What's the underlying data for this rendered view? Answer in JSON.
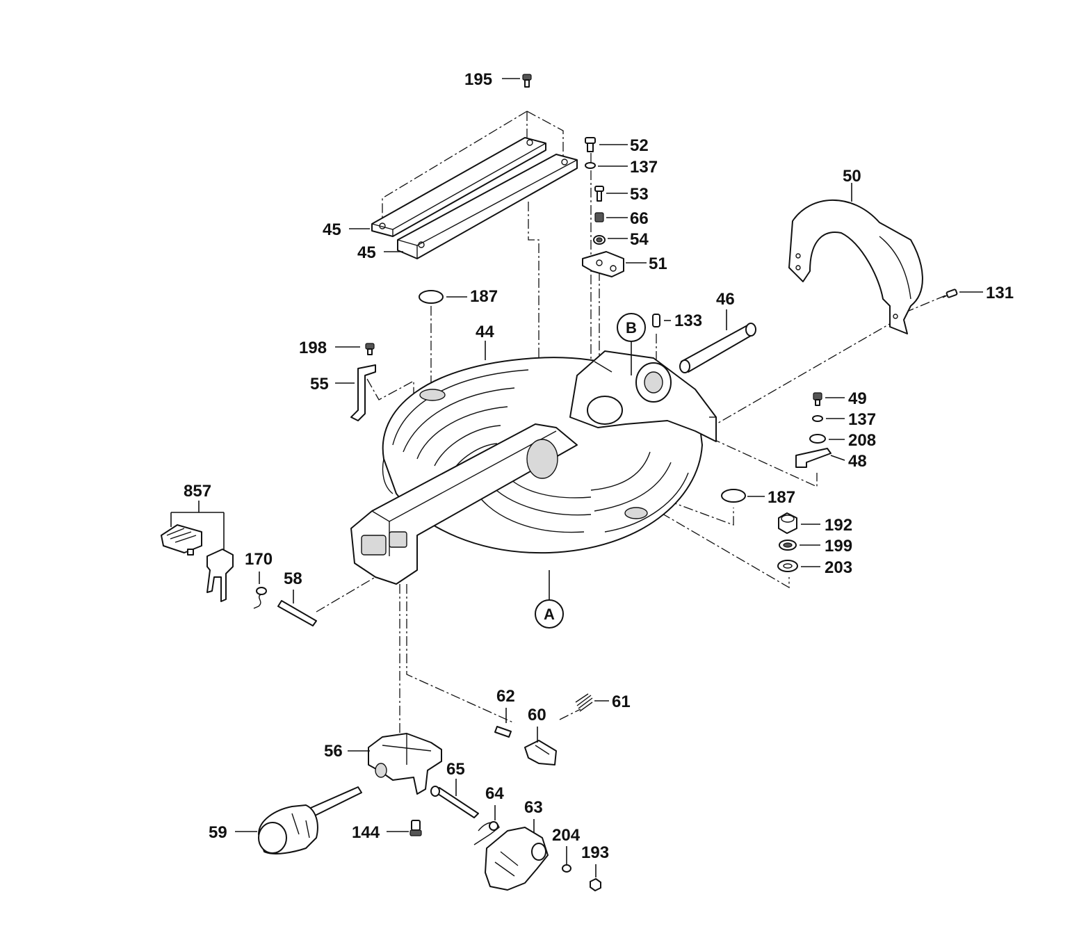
{
  "parts": [
    {
      "id": "label-195",
      "text": "195"
    },
    {
      "id": "label-52",
      "text": "52"
    },
    {
      "id": "label-137-a",
      "text": "137"
    },
    {
      "id": "label-53",
      "text": "53"
    },
    {
      "id": "label-66",
      "text": "66"
    },
    {
      "id": "label-54",
      "text": "54"
    },
    {
      "id": "label-51",
      "text": "51"
    },
    {
      "id": "label-50",
      "text": "50"
    },
    {
      "id": "label-131",
      "text": "131"
    },
    {
      "id": "label-45-a",
      "text": "45"
    },
    {
      "id": "label-45-b",
      "text": "45"
    },
    {
      "id": "label-187-a",
      "text": "187"
    },
    {
      "id": "label-44",
      "text": "44"
    },
    {
      "id": "label-133",
      "text": "133"
    },
    {
      "id": "label-46",
      "text": "46"
    },
    {
      "id": "label-198",
      "text": "198"
    },
    {
      "id": "label-55",
      "text": "55"
    },
    {
      "id": "label-49",
      "text": "49"
    },
    {
      "id": "label-137-b",
      "text": "137"
    },
    {
      "id": "label-208",
      "text": "208"
    },
    {
      "id": "label-48",
      "text": "48"
    },
    {
      "id": "label-187-b",
      "text": "187"
    },
    {
      "id": "label-192",
      "text": "192"
    },
    {
      "id": "label-199",
      "text": "199"
    },
    {
      "id": "label-203",
      "text": "203"
    },
    {
      "id": "label-857",
      "text": "857"
    },
    {
      "id": "label-170",
      "text": "170"
    },
    {
      "id": "label-58",
      "text": "58"
    },
    {
      "id": "label-62",
      "text": "62"
    },
    {
      "id": "label-60",
      "text": "60"
    },
    {
      "id": "label-61",
      "text": "61"
    },
    {
      "id": "label-56",
      "text": "56"
    },
    {
      "id": "label-65",
      "text": "65"
    },
    {
      "id": "label-64",
      "text": "64"
    },
    {
      "id": "label-63",
      "text": "63"
    },
    {
      "id": "label-59",
      "text": "59"
    },
    {
      "id": "label-144",
      "text": "144"
    },
    {
      "id": "label-204",
      "text": "204"
    },
    {
      "id": "label-193",
      "text": "193"
    }
  ],
  "callouts": {
    "a": "A",
    "b": "B"
  }
}
